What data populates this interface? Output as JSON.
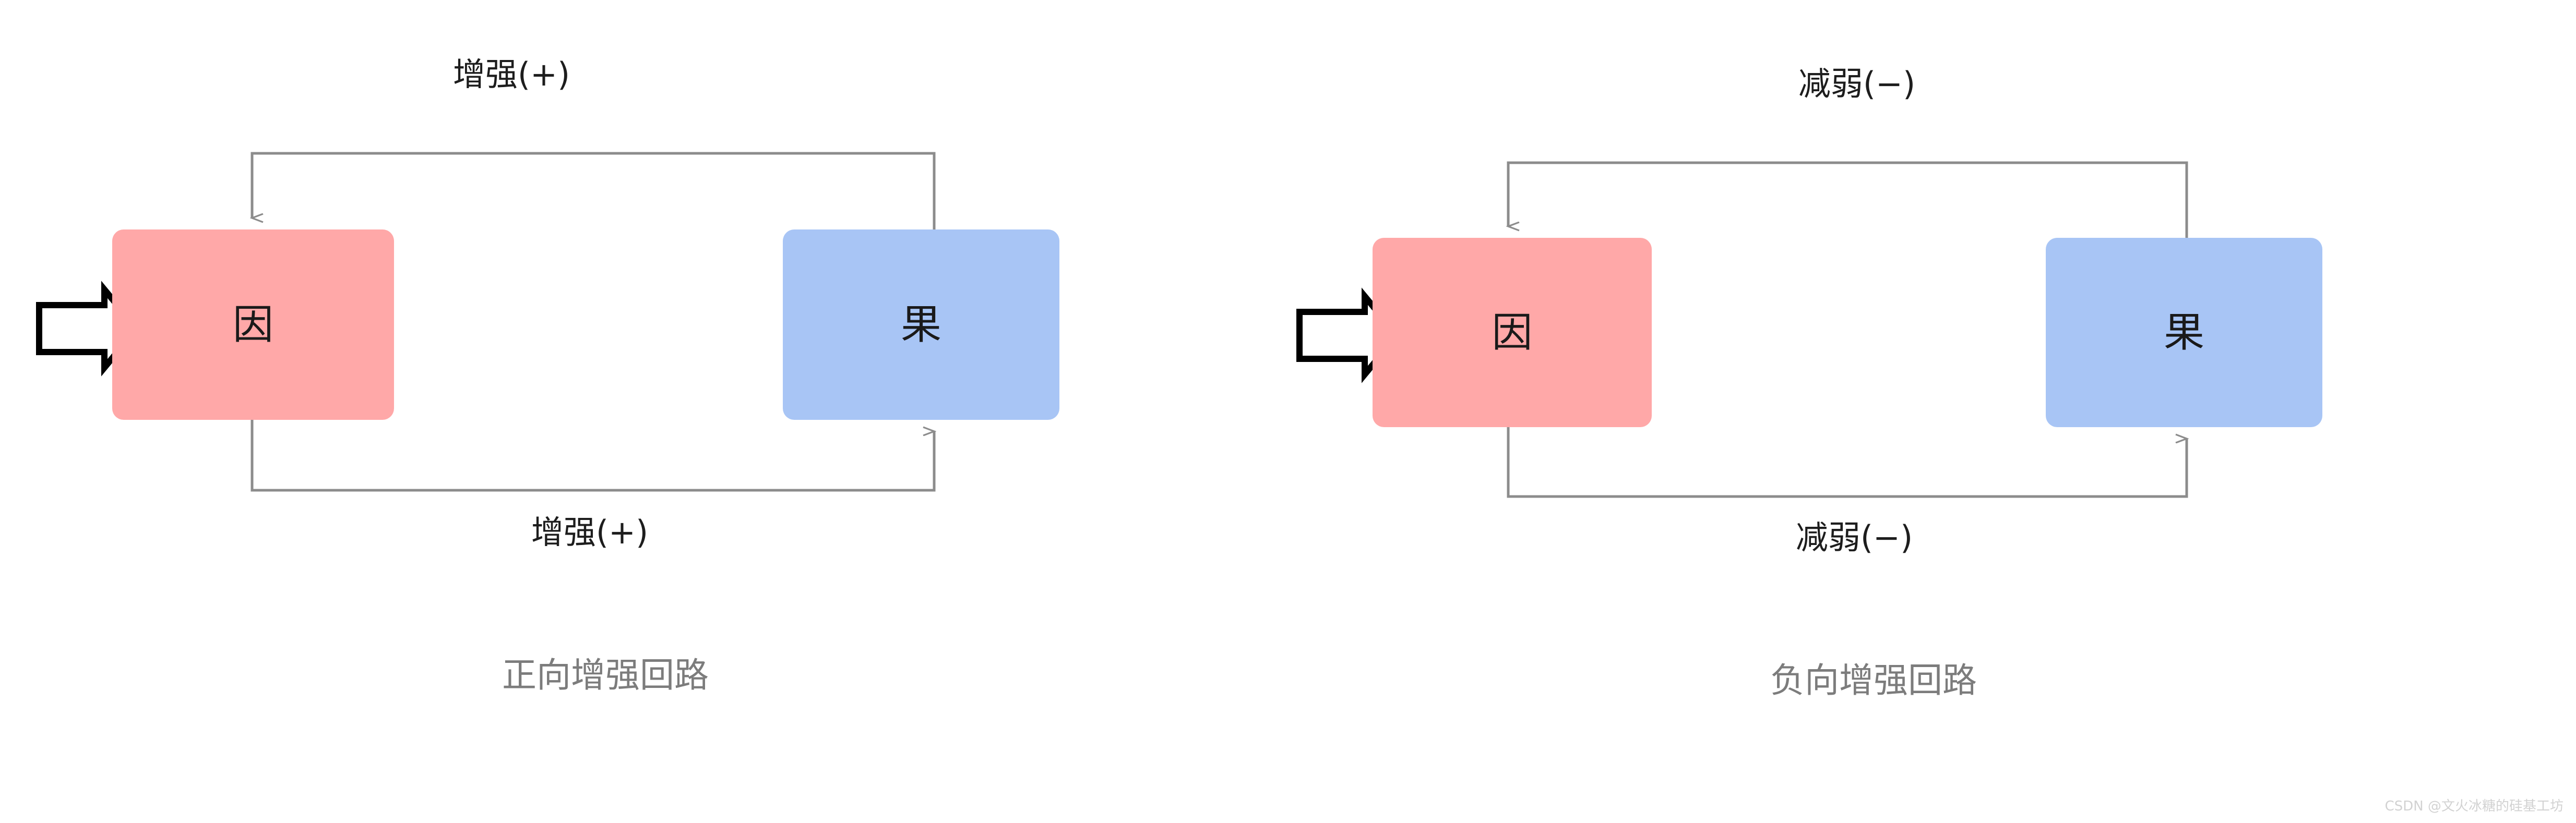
{
  "page": {
    "background_color": "#ffffff",
    "watermark": "CSDN @文火冰糖的硅基工坊"
  },
  "style": {
    "cause_fill": "#FFA8A8",
    "effect_fill": "#A8C5F5",
    "connector_color": "#8c8c8c",
    "node_text_color": "#1a1a1a",
    "edge_label_color": "#1d1d1d",
    "caption_color": "#7c7c7c",
    "input_arrow_stroke": "#000000",
    "input_arrow_fill": "#ffffff"
  },
  "diagrams": [
    {
      "id": "positive-reinforcing-loop",
      "caption": "正向增强回路",
      "nodes": {
        "cause": {
          "label": "因",
          "fill": "#FFA8A8"
        },
        "effect": {
          "label": "果",
          "fill": "#A8C5F5"
        }
      },
      "edges": {
        "top": {
          "label": "增强(+)",
          "polarity": "+",
          "from": "effect",
          "to": "cause",
          "direction": "effect-to-cause"
        },
        "bottom": {
          "label": "增强(+)",
          "polarity": "+",
          "from": "cause",
          "to": "effect",
          "direction": "cause-to-effect"
        }
      },
      "external_input": {
        "icon": "block-arrow-right-icon",
        "target": "cause"
      }
    },
    {
      "id": "negative-reinforcing-loop",
      "caption": "负向增强回路",
      "nodes": {
        "cause": {
          "label": "因",
          "fill": "#FFA8A8"
        },
        "effect": {
          "label": "果",
          "fill": "#A8C5F5"
        }
      },
      "edges": {
        "top": {
          "label": "减弱(−)",
          "polarity": "−",
          "from": "effect",
          "to": "cause",
          "direction": "effect-to-cause"
        },
        "bottom": {
          "label": "减弱(−)",
          "polarity": "−",
          "from": "cause",
          "to": "effect",
          "direction": "cause-to-effect"
        }
      },
      "external_input": {
        "icon": "block-arrow-right-icon",
        "target": "cause"
      }
    }
  ]
}
